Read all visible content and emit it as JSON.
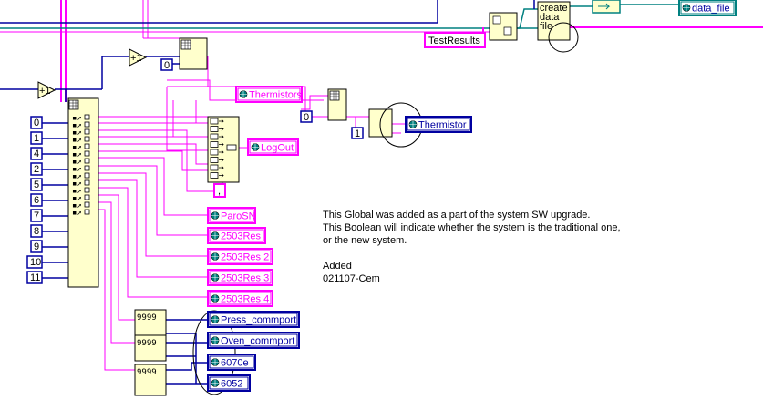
{
  "globals": {
    "thermistors": "Thermistors",
    "thermistor": "Thermistor",
    "logout": "LogOut",
    "parosn": "ParoSN",
    "res1": "2503Res",
    "res2": "2503Res 2",
    "res3": "2503Res 3",
    "res4": "2503Res 4",
    "press_comm": "Press_commport",
    "oven_comm": "Oven_commport",
    "g6070e": "6070e",
    "g6052": "6052",
    "data_file": "data_file"
  },
  "strings": {
    "test_results": "TestResults",
    "create_data_file": "create\ndata\nfile",
    "comma": ","
  },
  "index_constants": [
    "0",
    "1",
    "4",
    "2",
    "5",
    "6",
    "7",
    "8",
    "9",
    "10",
    "11"
  ],
  "constants": {
    "zero_a": "0",
    "zero_b": "0",
    "one": "1",
    "increment": "+1"
  },
  "comment_text": "This Global was added as a part of the system SW upgrade.\nThis Boolean will indicate whether the system is the traditional one,\nor the new system.\n\nAdded\n021107-Cem",
  "colors": {
    "pink": "#ff00ff",
    "blue": "#0000a0",
    "teal": "#008080",
    "node": "#ffffcc"
  }
}
